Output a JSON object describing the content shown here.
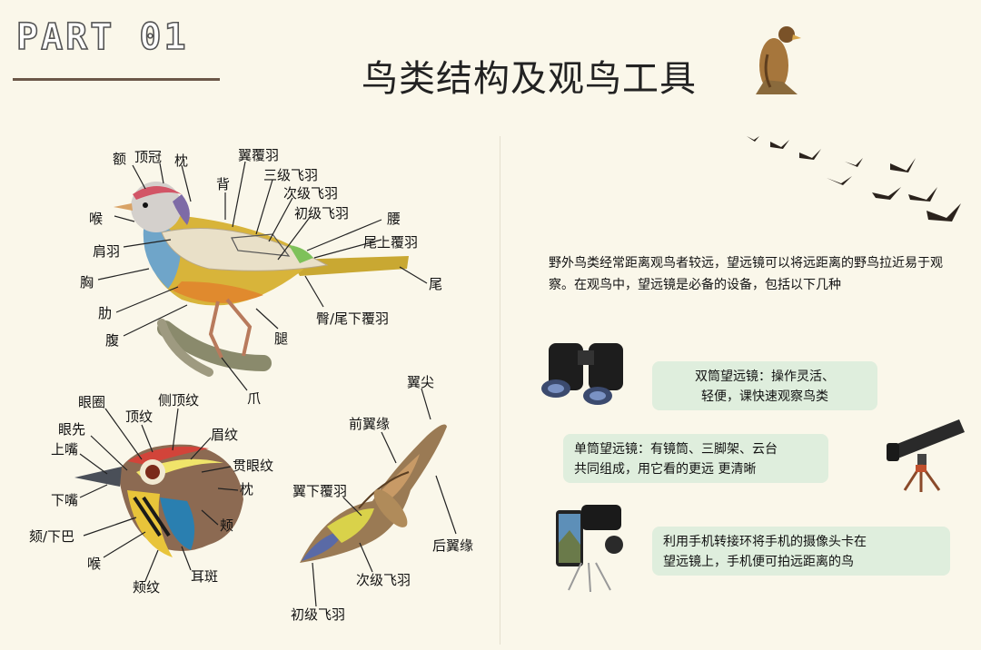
{
  "header": {
    "part": "PART 01",
    "title": "鸟类结构及观鸟工具"
  },
  "bird_body": {
    "labels": [
      "额",
      "顶冠",
      "枕",
      "背",
      "翼覆羽",
      "三级飞羽",
      "次级飞羽",
      "初级飞羽",
      "喉",
      "腰",
      "尾上覆羽",
      "肩羽",
      "胸",
      "尾",
      "肋",
      "臀/尾下覆羽",
      "腹",
      "腿",
      "爪"
    ]
  },
  "bird_head": {
    "labels": [
      "眼圈",
      "顶纹",
      "侧顶纹",
      "眼先",
      "眉纹",
      "上嘴",
      "贯眼纹",
      "下嘴",
      "枕",
      "颊",
      "颏/下巴",
      "喉",
      "耳斑",
      "颊纹"
    ]
  },
  "bird_wing": {
    "labels": [
      "翼尖",
      "前翼缘",
      "翼下覆羽",
      "后翼缘",
      "次级飞羽",
      "初级飞羽"
    ]
  },
  "tools": {
    "intro": "野外鸟类经常距离观鸟者较远，望远镜可以将远距离的野鸟拉近易于观察。在观鸟中，望远镜是必备的设备，包括以下几种",
    "binocular_1": "双筒望远镜：操作灵活、",
    "binocular_2": "轻便，课快速观察鸟类",
    "monocular_1": "单筒望远镜：有镜筒、三脚架、云台",
    "monocular_2": "共同组成，用它看的更远 更清晰",
    "phone_1": "利用手机转接环将手机的摄像头卡在",
    "phone_2": "望远镜上，手机便可拍远距离的鸟"
  },
  "colors": {
    "accent_line": "#6b5748",
    "card_bg": "#dfeedd",
    "background": "#faf7ea"
  }
}
